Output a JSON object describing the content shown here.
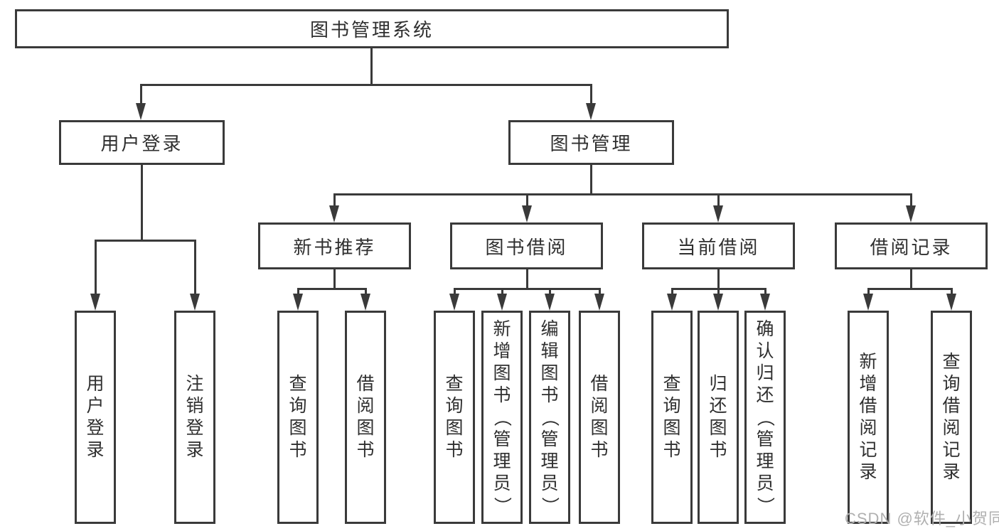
{
  "diagram": {
    "root": {
      "label": "图书管理系统"
    },
    "level2": [
      {
        "label": "用户登录",
        "children": [
          {
            "label": "用户登录"
          },
          {
            "label": "注销登录"
          }
        ]
      },
      {
        "label": "图书管理"
      }
    ],
    "level3": [
      {
        "label": "新书推荐",
        "children": [
          {
            "label": "查询图书"
          },
          {
            "label": "借阅图书"
          }
        ]
      },
      {
        "label": "图书借阅",
        "children": [
          {
            "label": "查询图书"
          },
          {
            "label": "新增图书（管理员）"
          },
          {
            "label": "编辑图书（管理员）"
          },
          {
            "label": "借阅图书"
          }
        ]
      },
      {
        "label": "当前借阅",
        "children": [
          {
            "label": "查询图书"
          },
          {
            "label": "归还图书"
          },
          {
            "label": "确认归还（管理员）"
          }
        ]
      },
      {
        "label": "借阅记录",
        "children": [
          {
            "label": "新增借阅记录"
          },
          {
            "label": "查询借阅记录"
          }
        ]
      }
    ],
    "watermark": "CSDN @软件_小贺同学",
    "colors": {
      "line": "#3a3a3a",
      "text": "#2f2f2f",
      "background": "#ffffff",
      "watermark": "#b0b0b0"
    }
  }
}
